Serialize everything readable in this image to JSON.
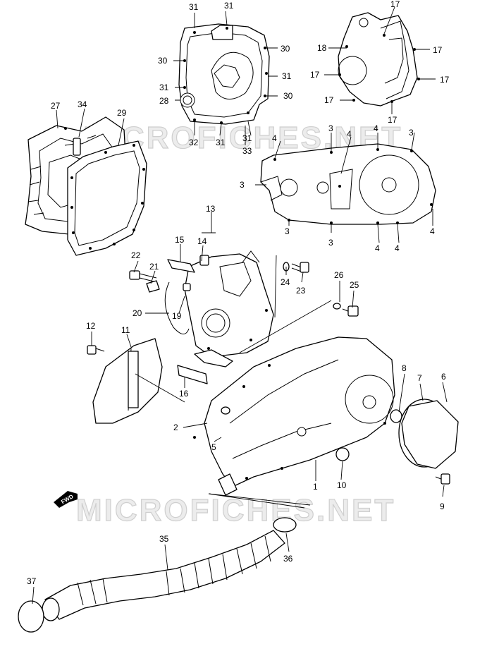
{
  "watermark": "MICROFICHES.NET",
  "fwd_label": "FWD",
  "part_labels": [
    "31",
    "31",
    "30",
    "30",
    "31",
    "31",
    "30",
    "28",
    "32",
    "31",
    "31",
    "33",
    "17",
    "18",
    "17",
    "17",
    "17",
    "17",
    "17",
    "27",
    "34",
    "29",
    "3",
    "4",
    "4",
    "3",
    "4",
    "3",
    "4",
    "3",
    "3",
    "4",
    "4",
    "4",
    "13",
    "14",
    "15",
    "22",
    "21",
    "24",
    "23",
    "26",
    "25",
    "20",
    "19",
    "12",
    "11",
    "16",
    "8",
    "7",
    "6",
    "2",
    "5",
    "1",
    "10",
    "9",
    "35",
    "36",
    "37"
  ]
}
